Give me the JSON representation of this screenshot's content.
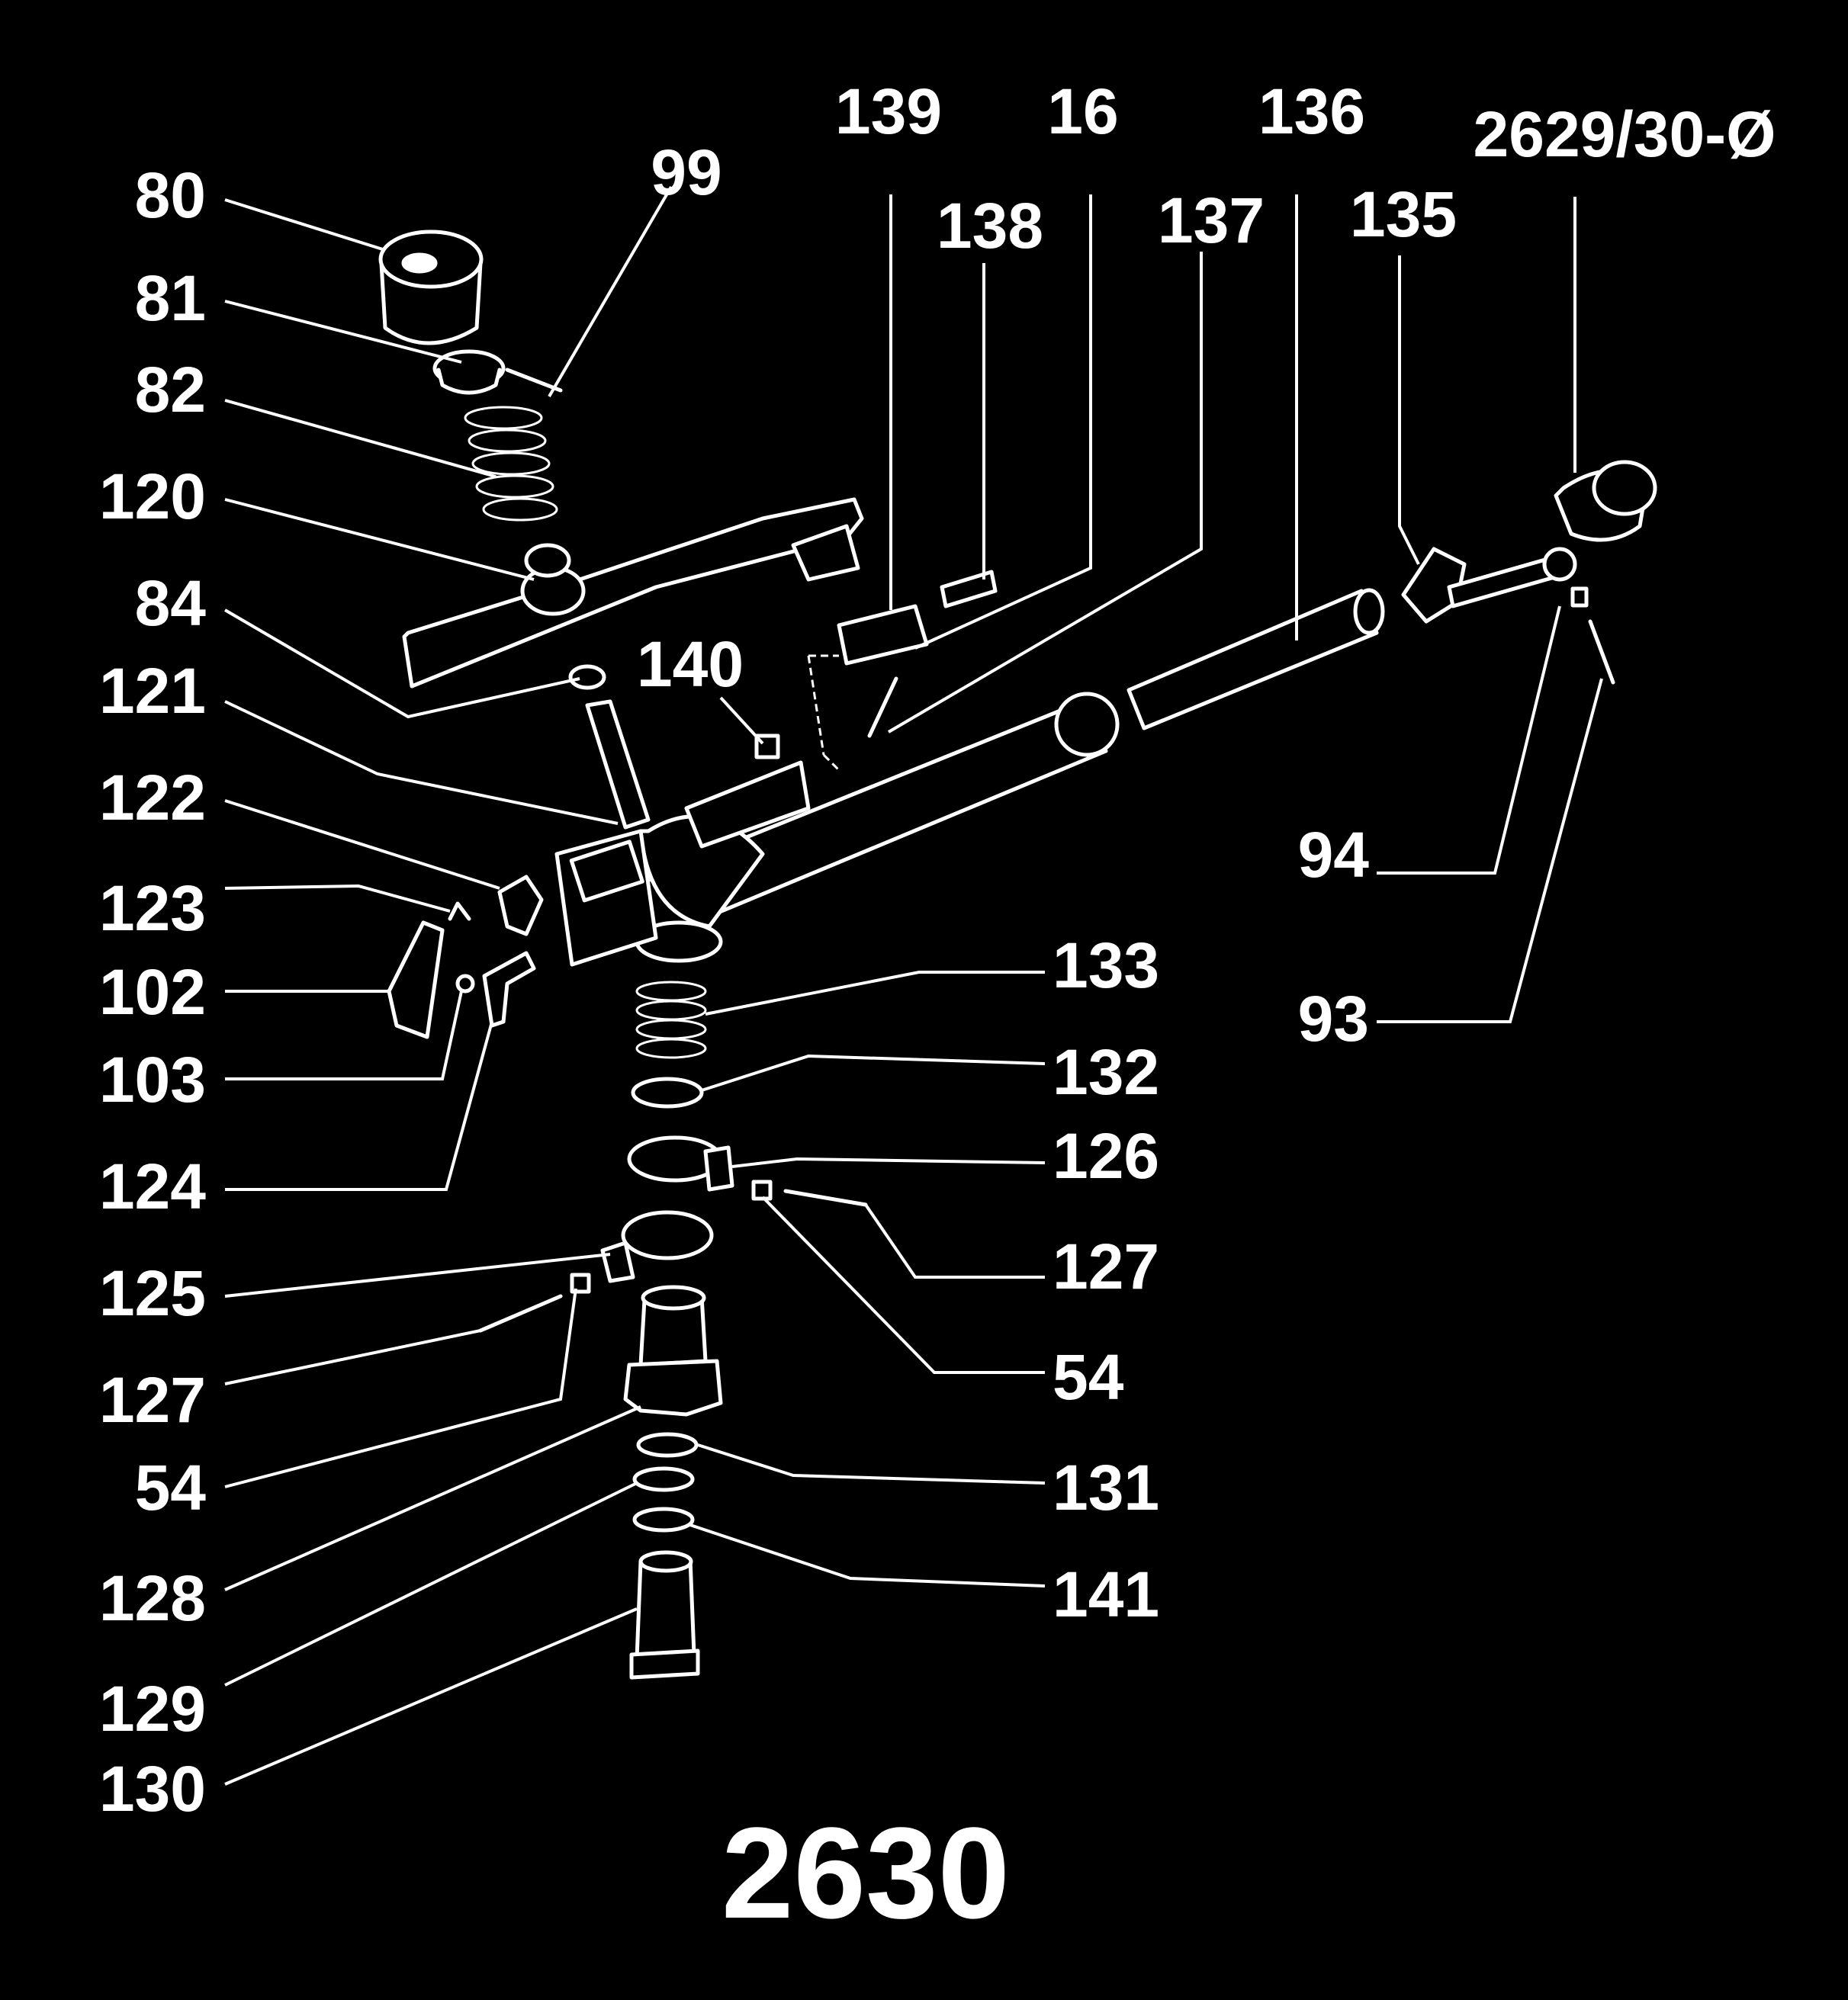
{
  "diagram_number": "2630",
  "callouts": {
    "c80": "80",
    "c99": "99",
    "c81": "81",
    "c82": "82",
    "c120": "120",
    "c84": "84",
    "c121": "121",
    "c122": "122",
    "c123": "123",
    "c102": "102",
    "c103": "103",
    "c124": "124",
    "c125": "125",
    "c127a": "127",
    "c54a": "54",
    "c128": "128",
    "c129": "129",
    "c130": "130",
    "c139": "139",
    "c16": "16",
    "c136": "136",
    "c2629": "2629/30-Ø",
    "c138": "138",
    "c137": "137",
    "c135": "135",
    "c140": "140",
    "c94": "94",
    "c93": "93",
    "c133": "133",
    "c132": "132",
    "c126": "126",
    "c127b": "127",
    "c54b": "54",
    "c131": "131",
    "c141": "141"
  },
  "colors": {
    "background": "#000000",
    "foreground": "#ffffff"
  }
}
